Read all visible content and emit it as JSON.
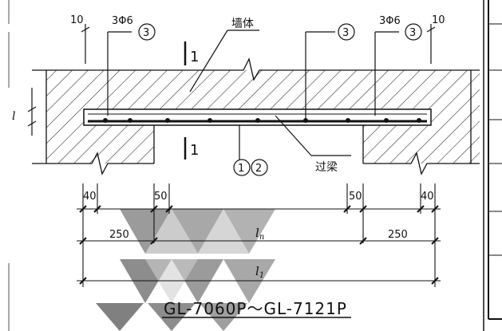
{
  "labels": {
    "wall": "墙体",
    "lintel": "过梁",
    "section_mark": "1",
    "callout_1": "1",
    "callout_2": "2",
    "callout_3": "3",
    "rebar_spec": "3Φ6",
    "cover_10": "10",
    "hook_l": "l"
  },
  "dimensions": {
    "d40": "40",
    "d50": "50",
    "d250": "250",
    "ln": "l",
    "ln_sub": "n",
    "l1": "l",
    "l1_sub": "1"
  },
  "caption": "GL-7060P～GL-7121P",
  "watermark_colors": [
    "#7a7a7a",
    "#b8b8b8",
    "#5e5e5e"
  ]
}
